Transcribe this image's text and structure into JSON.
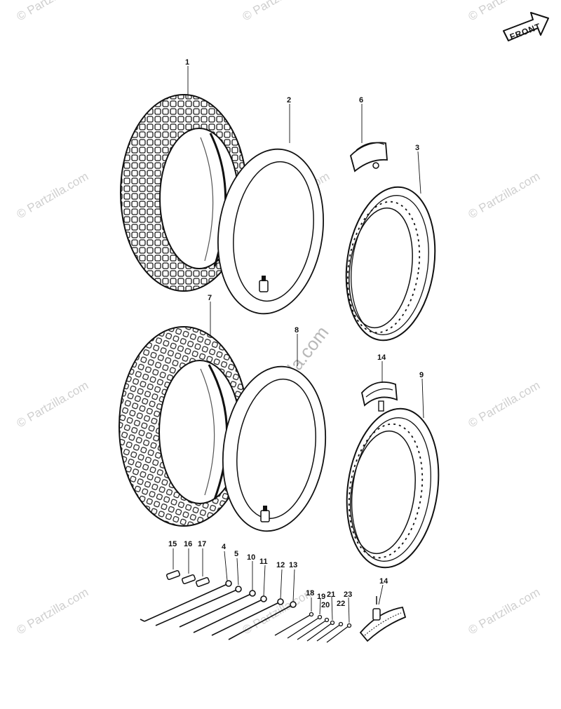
{
  "badge": {
    "text": "FRONT"
  },
  "watermark": {
    "text": "© Partzilla.com"
  },
  "callouts": {
    "c1": "1",
    "c2": "2",
    "c3": "3",
    "c4": "4",
    "c5": "5",
    "c6": "6",
    "c7": "7",
    "c8": "8",
    "c9": "9",
    "c10": "10",
    "c11": "11",
    "c12": "12",
    "c13": "13",
    "c14a": "14",
    "c14b": "14",
    "c15": "15",
    "c16": "16",
    "c17": "17",
    "c18": "18",
    "c19": "19",
    "c20": "20",
    "c21": "21",
    "c22": "22",
    "c23": "23"
  }
}
